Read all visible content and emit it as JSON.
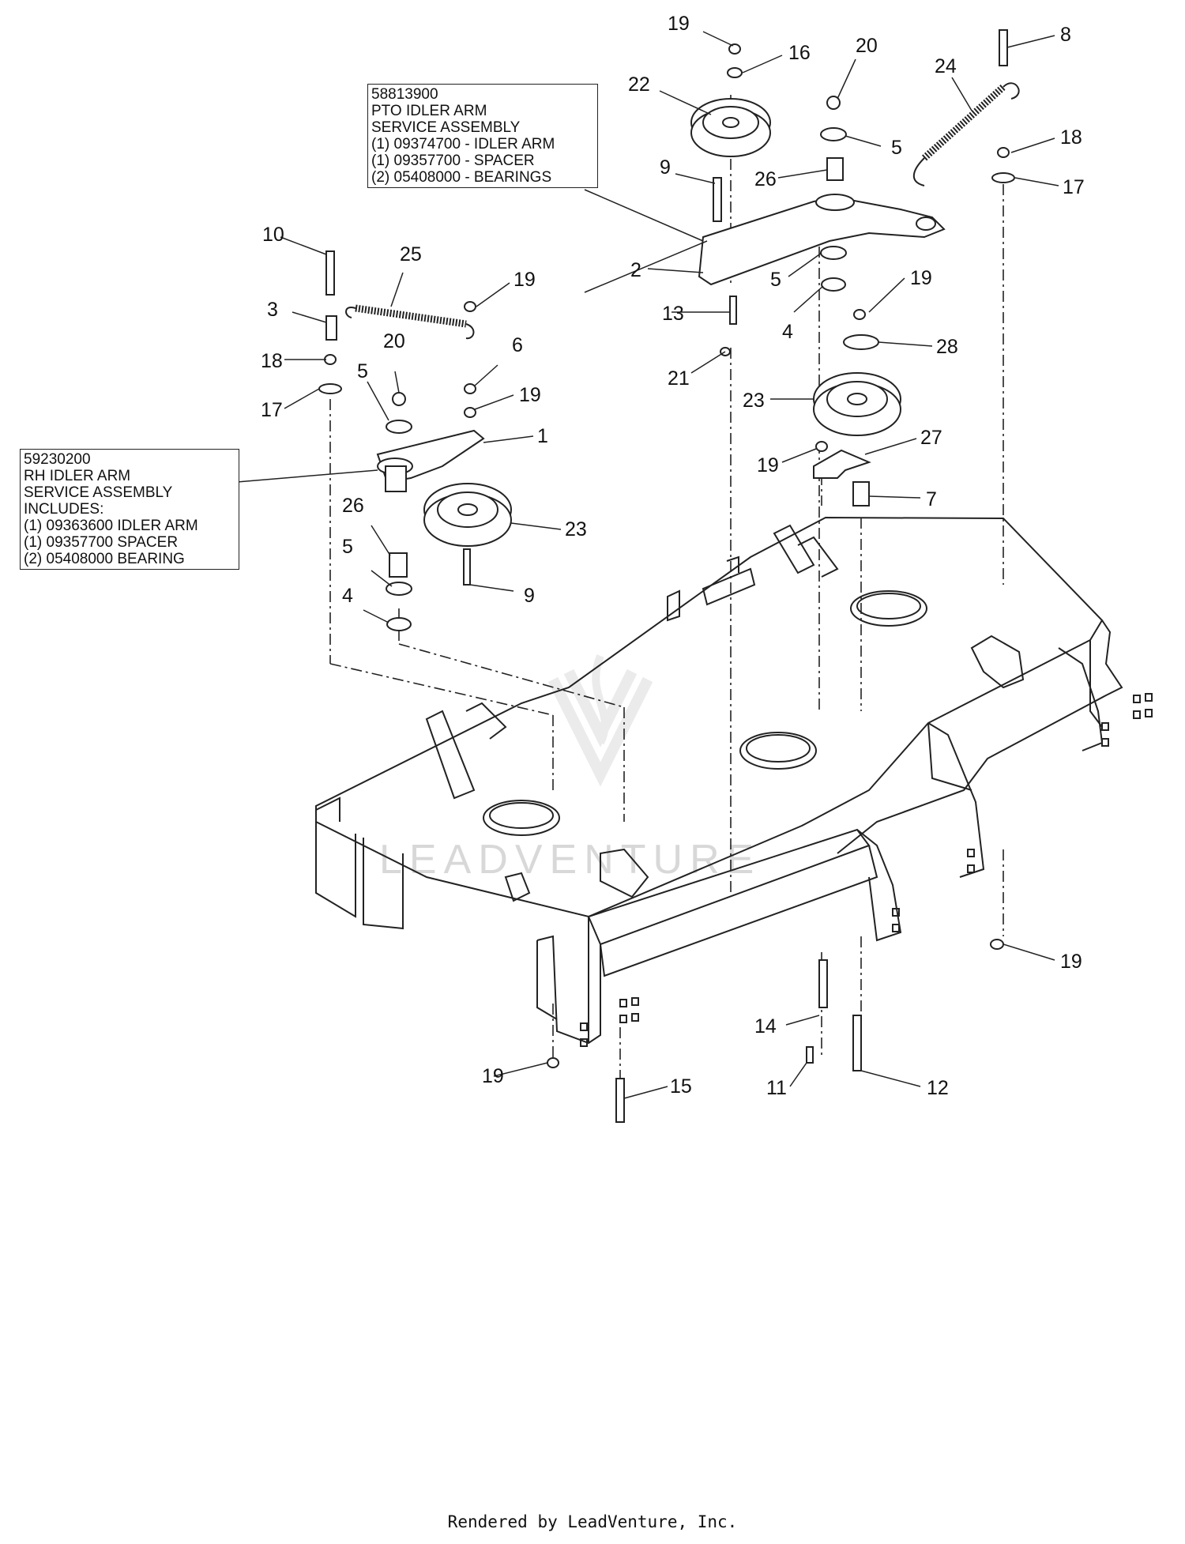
{
  "assemblies": [
    {
      "id": "pto",
      "lines": [
        "58813900",
        "PTO IDLER ARM",
        "SERVICE ASSEMBLY",
        "(1) 09374700 - IDLER ARM",
        "(1) 09357700 - SPACER",
        "(2) 05408000 - BEARINGS"
      ]
    },
    {
      "id": "rh",
      "lines": [
        "59230200",
        "RH IDLER ARM",
        "SERVICE ASSEMBLY",
        "INCLUDES:",
        "(1) 09363600 IDLER ARM",
        "(1) 09357700 SPACER",
        "(2) 05408000 BEARING"
      ]
    }
  ],
  "callouts": [
    "19",
    "16",
    "20",
    "8",
    "22",
    "24",
    "5",
    "18",
    "9",
    "26",
    "17",
    "2",
    "10",
    "25",
    "19",
    "5",
    "3",
    "13",
    "4",
    "19",
    "28",
    "20",
    "6",
    "18",
    "5",
    "21",
    "19",
    "17",
    "23",
    "1",
    "27",
    "19",
    "7",
    "26",
    "23",
    "5",
    "9",
    "4",
    "19",
    "14",
    "19",
    "11",
    "12",
    "15"
  ],
  "watermark": "LEADVENTURE",
  "footer": "Rendered by LeadVenture, Inc.",
  "colors": {
    "line": "#222222",
    "watermark": "#d8d8d8"
  }
}
